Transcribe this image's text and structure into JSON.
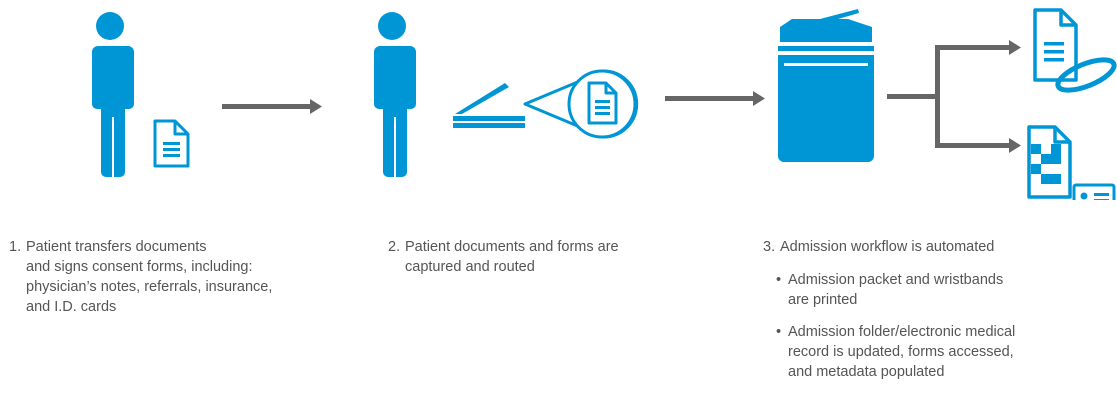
{
  "colors": {
    "accent": "#0096d6",
    "arrow": "#666666",
    "text": "#555555"
  },
  "icons": [
    "person-icon",
    "document-icon",
    "person-icon",
    "flatbed-scanner-icon",
    "document-magnifier-icon",
    "multifunction-printer-icon",
    "document-with-wristband-icon",
    "electronic-record-with-id-card-icon"
  ],
  "steps": [
    {
      "number": "1.",
      "text": "Patient transfers documents\nand signs consent forms, including:\nphysician’s notes, referrals, insurance,\nand I.D. cards"
    },
    {
      "number": "2.",
      "text": "Patient documents and forms are\ncaptured and routed"
    },
    {
      "number": "3.",
      "text": "Admission workflow is automated",
      "bullets": [
        "Admission packet and wristbands\nare printed",
        "Admission folder/electronic medical\nrecord is updated, forms accessed,\nand metadata populated"
      ]
    }
  ]
}
